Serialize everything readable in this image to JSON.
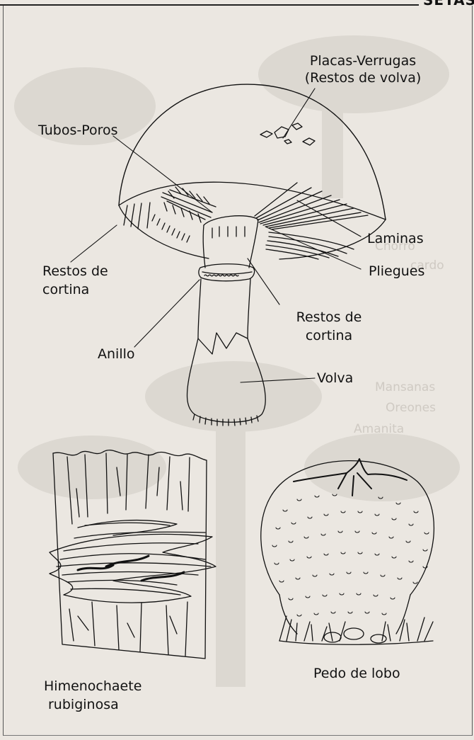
{
  "header": {
    "section_title": "SETAS"
  },
  "labels": {
    "placas_verrugas": "Placas-Verrugas",
    "restos_volva": "(Restos de volva)",
    "tubos_poros": "Tubos-Poros",
    "laminas": "Laminas",
    "pliegues": "Pliegues",
    "restos_cortina_left_1": "Restos de",
    "restos_cortina_left_2": "cortina",
    "restos_cortina_right_1": "Restos de",
    "restos_cortina_right_2": "cortina",
    "anillo": "Anillo",
    "volva": "Volva"
  },
  "captions": {
    "himenochaete_1": "Himenochaete",
    "himenochaete_2": "rubiginosa",
    "pedo_de_lobo": "Pedo de lobo"
  },
  "background_text": {
    "w1": "Chorro",
    "w2": "cardo",
    "w3": "Mansanas",
    "w4": "Oreones",
    "w5": "Amanita"
  },
  "colors": {
    "ink": "#111111",
    "paper": "#ebe7e1",
    "watermark": "#d6d1ca"
  }
}
